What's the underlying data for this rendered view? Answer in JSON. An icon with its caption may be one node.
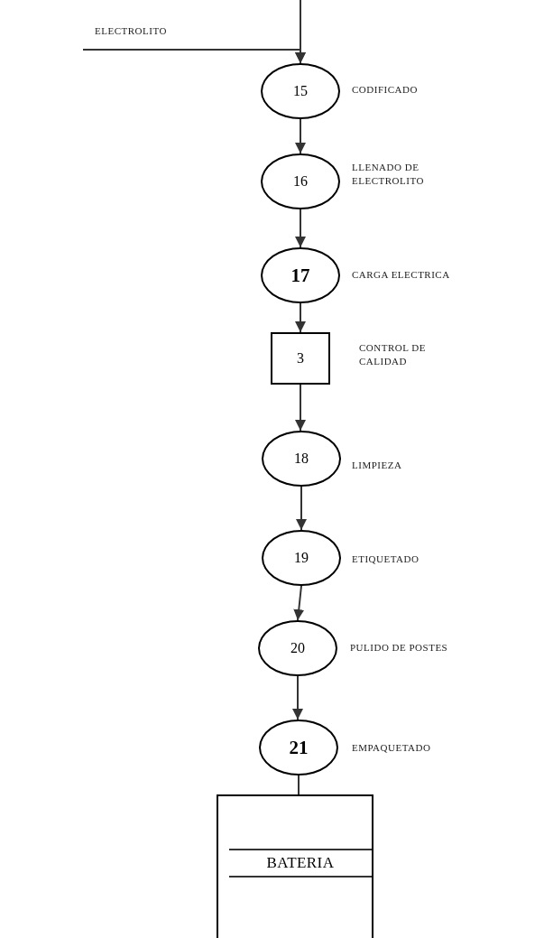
{
  "diagram": {
    "nodes": [
      {
        "text": [
          "15"
        ],
        "beside": [
          "CODIFICADO"
        ]
      },
      {
        "text": [
          "16"
        ],
        "beside": [
          "LLENADO DE ELECTROLITO"
        ]
      },
      {
        "text": [
          "17"
        ],
        "beside": [
          "CARGA ELECTRICA"
        ]
      },
      {
        "text": [
          "3"
        ],
        "beside": [
          "CONTROL DE CALIDAD"
        ]
      },
      {
        "text": [
          "18"
        ],
        "beside": [
          "LIMPIEZA"
        ]
      },
      {
        "text": [
          "19"
        ],
        "beside": [
          "ETIQUETADO"
        ]
      },
      {
        "text": [
          "20"
        ],
        "beside": [
          "PULIDO DE POSTES"
        ]
      },
      {
        "text": [
          "21"
        ],
        "beside": [
          "EMPAQUETADO"
        ]
      },
      {
        "text": [],
        "shape": "box"
      },
      {
        "text": [
          "BATERIA"
        ],
        "in": 8
      }
    ],
    "edges": [
      {
        "from": null,
        "to": 0,
        "arrow": "to"
      },
      {
        "from": null,
        "to": 0,
        "arrow": "to",
        "label": "ELECTROLITO"
      },
      {
        "from": 0,
        "to": 1,
        "arrow": "to"
      },
      {
        "from": 1,
        "to": 2,
        "arrow": "to"
      },
      {
        "from": 2,
        "to": 3,
        "arrow": "to"
      },
      {
        "from": 3,
        "to": 4,
        "arrow": "to"
      },
      {
        "from": 4,
        "to": 5,
        "arrow": "to"
      },
      {
        "from": 5,
        "to": 6,
        "arrow": "to"
      },
      {
        "from": 6,
        "to": 7,
        "arrow": "to"
      },
      {
        "from": 7,
        "to": 9,
        "arrow": "none"
      }
    ]
  }
}
